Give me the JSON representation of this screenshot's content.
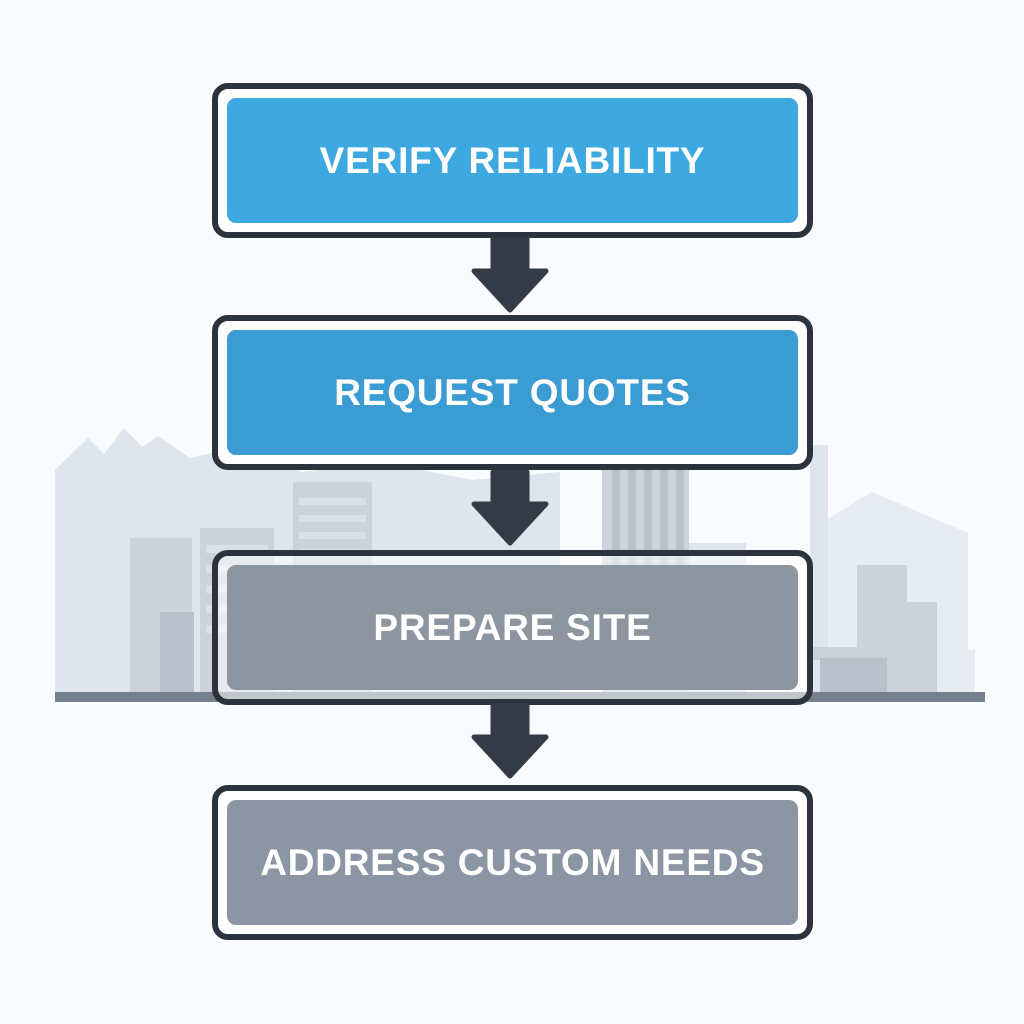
{
  "diagram": {
    "type": "flowchart",
    "direction": "top-down",
    "background_scene": "city-skyline-with-mountains",
    "steps": [
      {
        "id": "verify-reliability",
        "label": "VERIFY RELIABILITY",
        "variant": "blue",
        "fill": "#3EA9E1"
      },
      {
        "id": "request-quotes",
        "label": "REQUEST QUOTES",
        "variant": "blue",
        "fill": "#3B9CD3"
      },
      {
        "id": "prepare-site",
        "label": "PREPARE SITE",
        "variant": "gray",
        "fill": "#8D95A0"
      },
      {
        "id": "address-custom-needs",
        "label": "ADDRESS CUSTOM NEEDS",
        "variant": "gray",
        "fill": "#8B95A3"
      }
    ],
    "connectors": [
      {
        "from": "verify-reliability",
        "to": "request-quotes",
        "style": "block-arrow-down"
      },
      {
        "from": "request-quotes",
        "to": "prepare-site",
        "style": "block-arrow-down"
      },
      {
        "from": "prepare-site",
        "to": "address-custom-needs",
        "style": "block-arrow-down"
      }
    ],
    "colors": {
      "outline": "#2D333E",
      "arrow": "#333B47",
      "label_text": "#FFFFFF",
      "ground_line": "#74808E",
      "background": "#FAFBFC",
      "skyline_lightest": "#E7ECF2",
      "skyline_light": "#DEE5ED",
      "skyline_mid": "#CBD2DB",
      "skyline_stripe": "#DAE0E7",
      "skyline_dark": "#B9C2CC"
    }
  }
}
